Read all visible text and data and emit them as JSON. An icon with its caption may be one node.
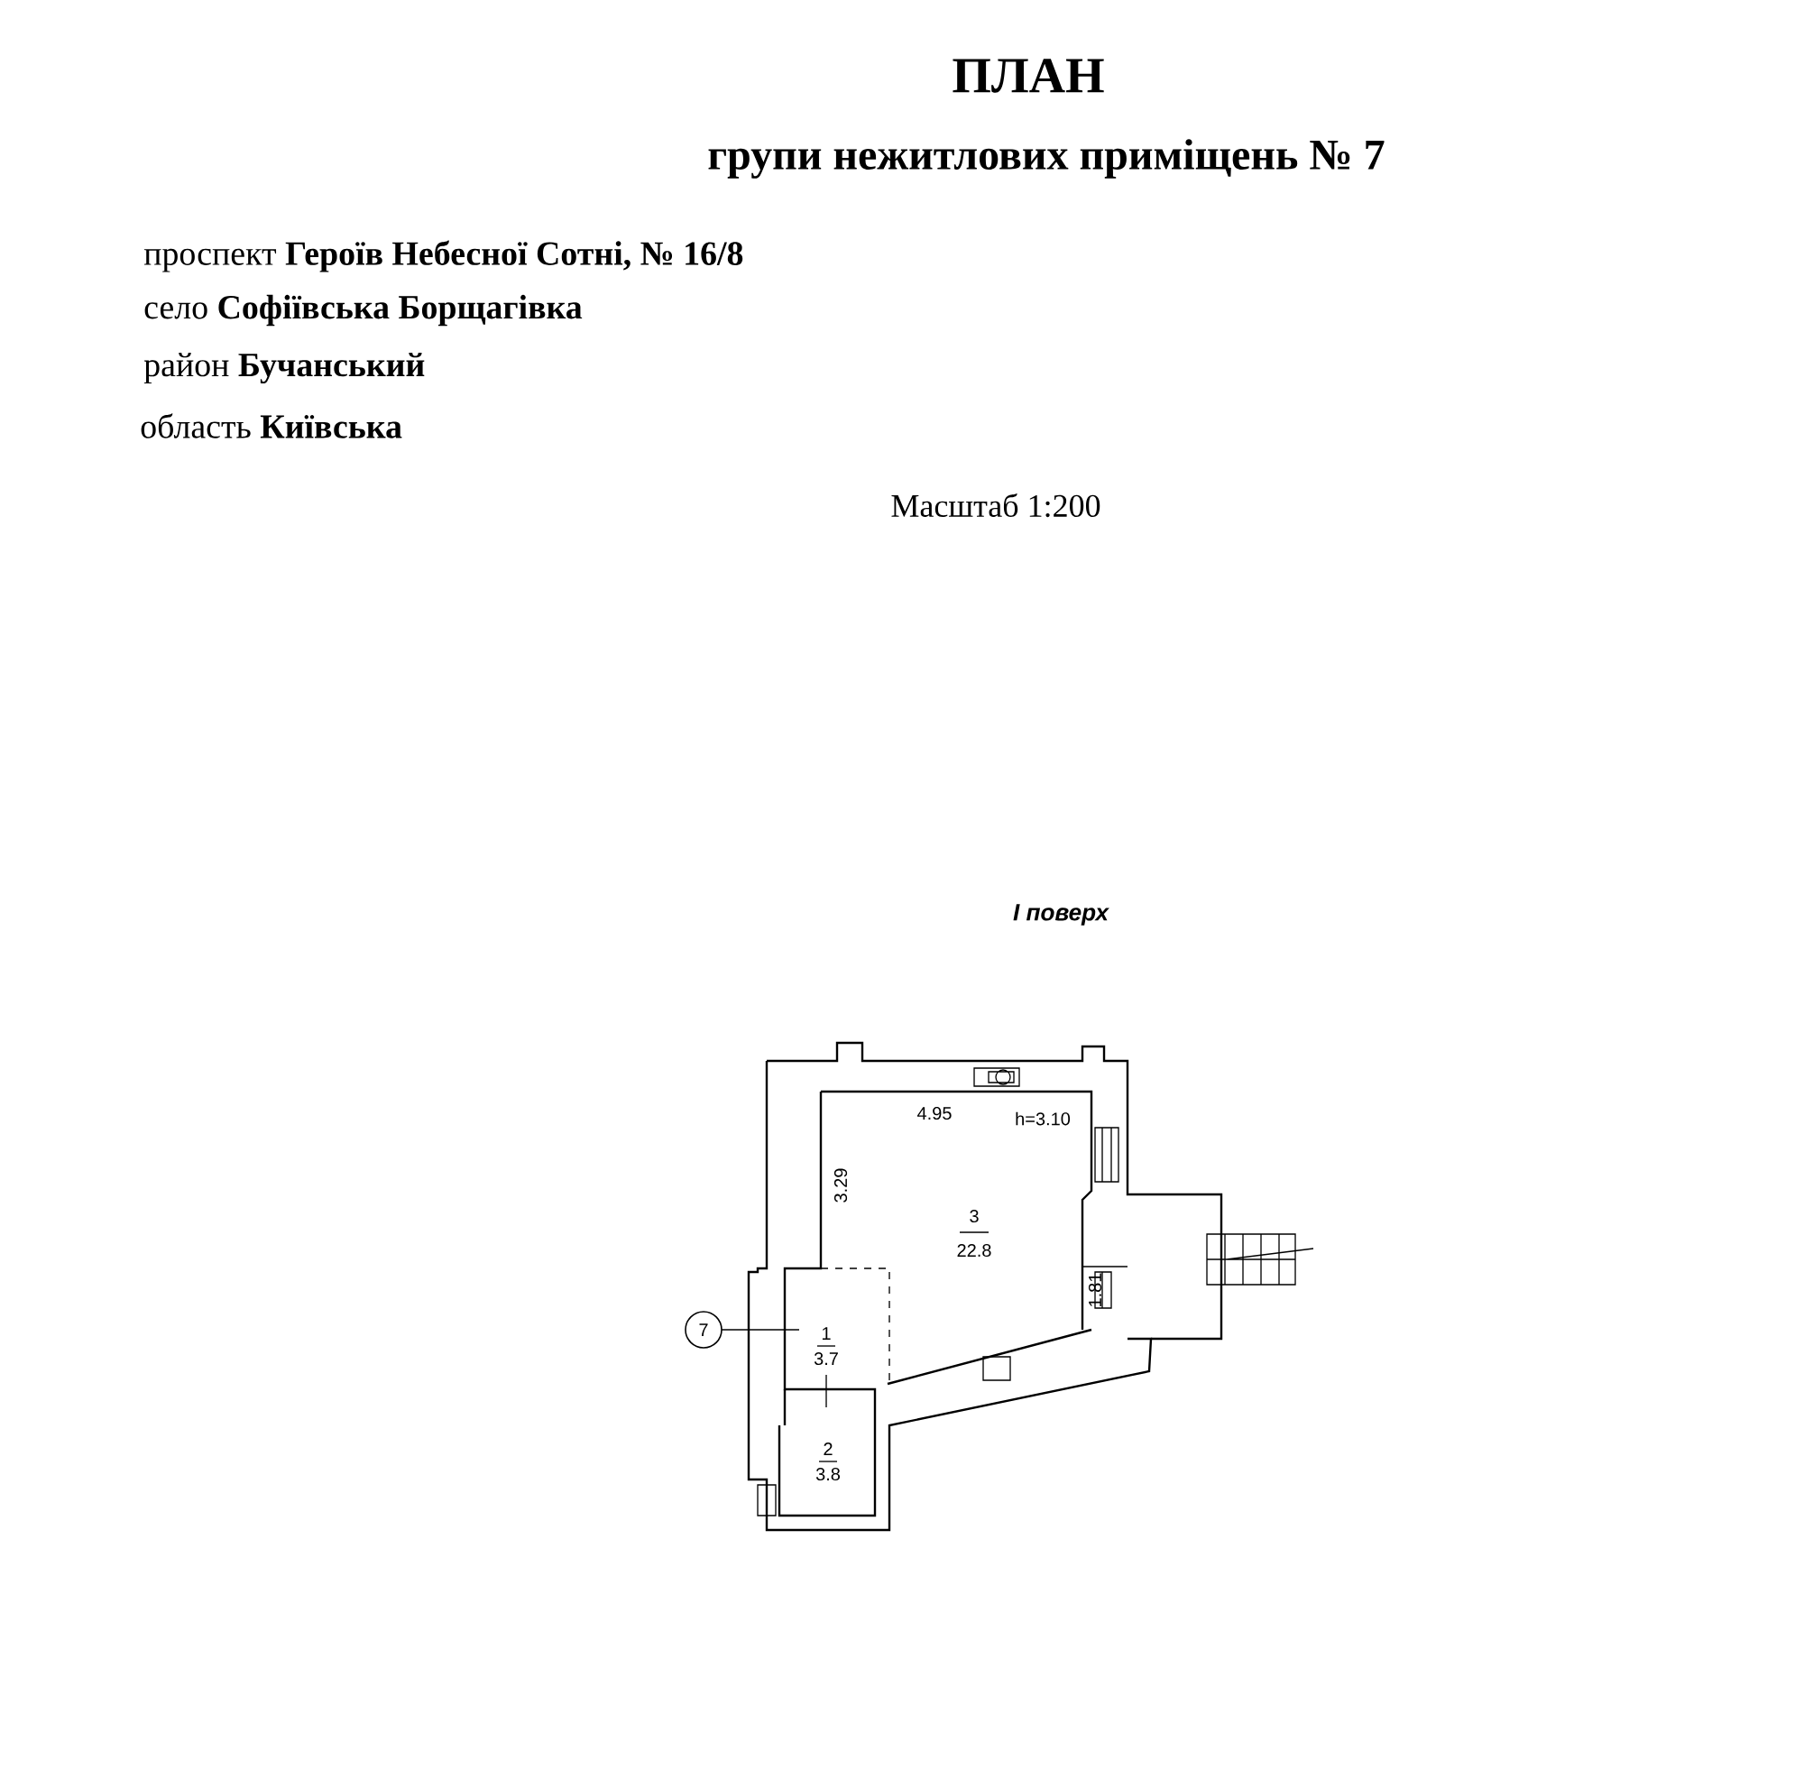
{
  "diagram": {
    "title": "ПЛАН",
    "nodes": [
      {
        "text": [
          "7"
        ]
      }
    ],
    "labels": [
      "групи нежитлових приміщень № 7",
      "проспект **Героїв Небесної Сотні,  № 16/8**",
      "село **Софіївська Борщагівка**",
      "район **Бучанський**",
      "область **Київська**",
      "Масштаб 1:200",
      "I поверх",
      "4.95",
      "h=3.10",
      "3.29",
      "3",
      "22.8",
      "1.81",
      "1",
      "3.7",
      "2",
      "3.8"
    ]
  }
}
